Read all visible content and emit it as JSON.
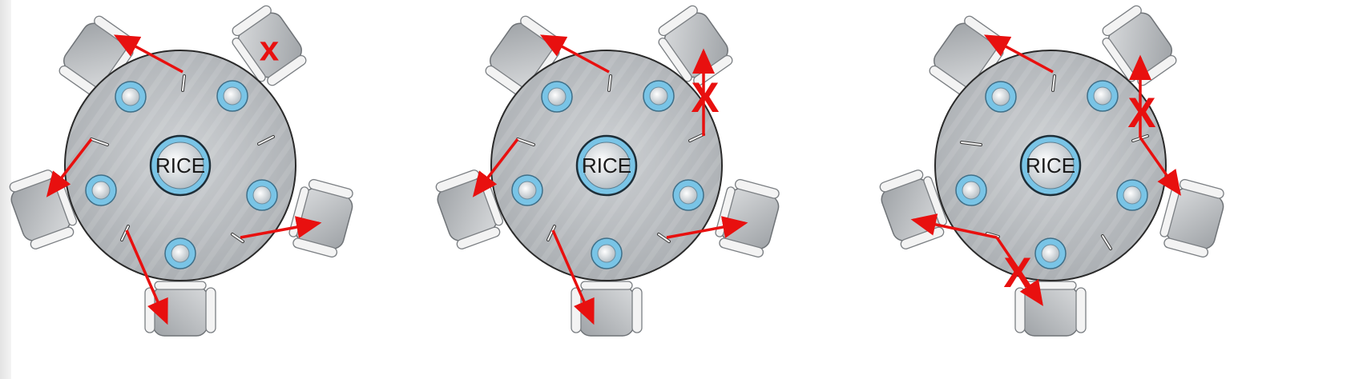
{
  "diagram": {
    "table_label": "RICE",
    "blocked_mark": "X",
    "colors": {
      "table_fill": "#b9bcbf",
      "table_stroke": "#2a2a2a",
      "bowl_ring": "#79c4e6",
      "arrow": "#e8100f",
      "chair": "#c4c6c8",
      "chair_arm": "#f0f0f0"
    },
    "scenes": [
      {
        "id": "scene-1",
        "blocked_count": 1
      },
      {
        "id": "scene-2",
        "blocked_count": 1
      },
      {
        "id": "scene-3",
        "blocked_count": 2
      }
    ]
  }
}
